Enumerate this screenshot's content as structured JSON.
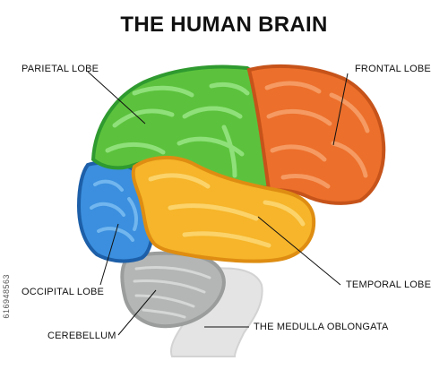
{
  "title": "THE HUMAN BRAIN",
  "labels": {
    "parietal": "PARIETAL LOBE",
    "frontal": "FRONTAL LOBE",
    "occipital": "OCCIPITAL LOBE",
    "temporal": "TEMPORAL LOBE",
    "cerebellum": "CEREBELLUM",
    "medulla": "THE MEDULLA OBLONGATA"
  },
  "stock_id": "616948563",
  "colors": {
    "frontal": "#ec6f2b",
    "parietal": "#5cc23d",
    "occipital": "#3b8fde",
    "temporal": "#f6b52a",
    "cerebellum": "#b3b6b5",
    "brainstem": "#e3e4e3",
    "outline_frontal": "#c6531a",
    "outline_parietal": "#2f9a2f",
    "outline_occipital": "#1d5fa8",
    "outline_temporal": "#de8d12"
  }
}
